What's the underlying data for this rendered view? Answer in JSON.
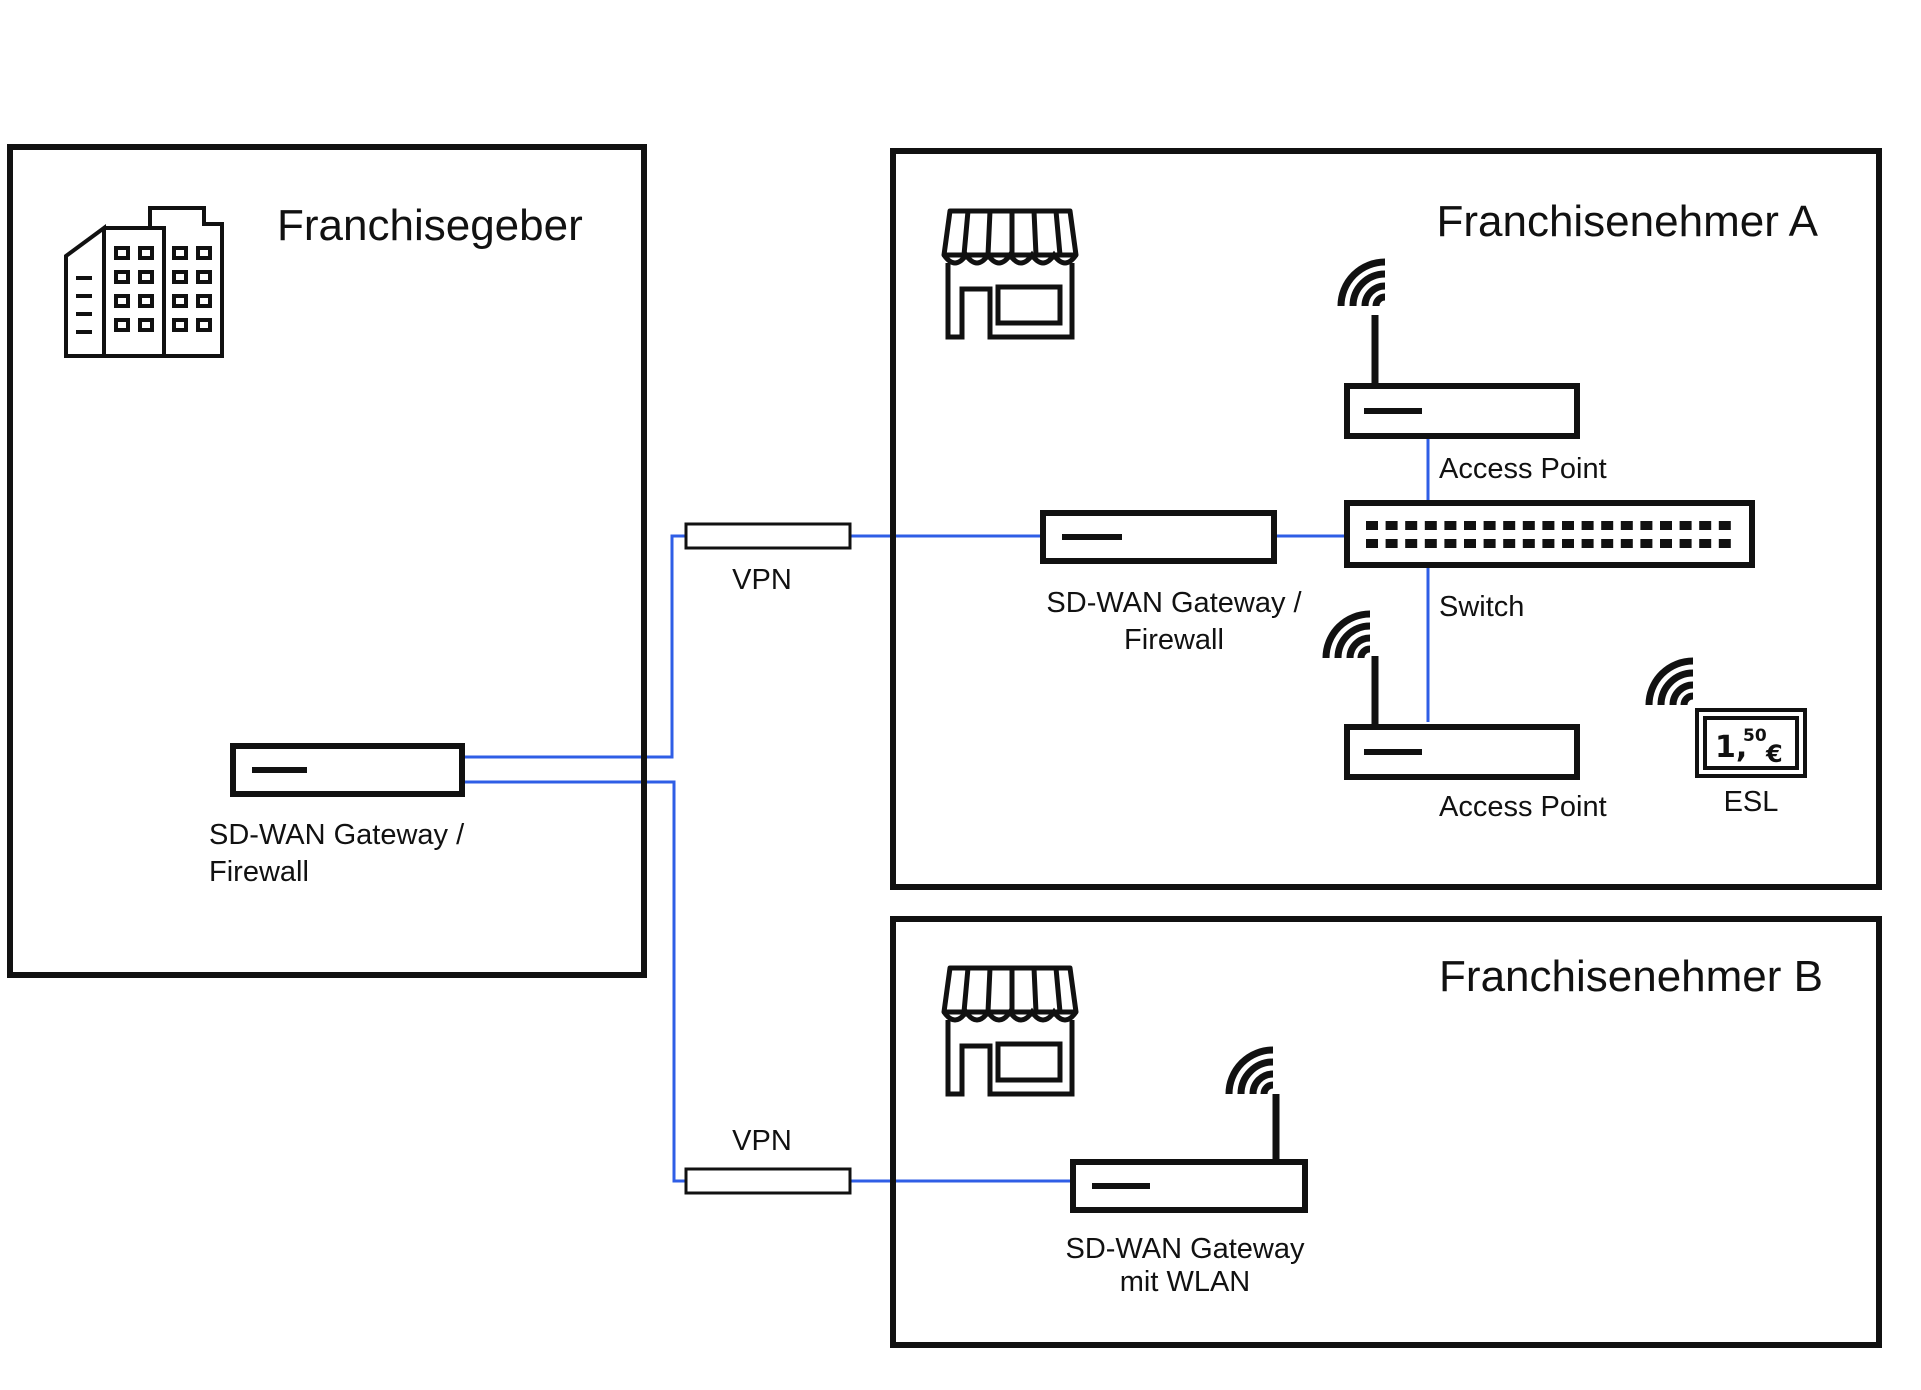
{
  "colors": {
    "line": "#2f5ee6",
    "ink": "#111111",
    "background": "#ffffff"
  },
  "franchisor": {
    "title": "Franchisegeber",
    "icon": "office-building-icon",
    "gateway": {
      "label_line1": "SD-WAN Gateway /",
      "label_line2": "Firewall"
    }
  },
  "franchisee_a": {
    "title": "Franchisenehmer A",
    "icon": "storefront-icon",
    "gateway": {
      "label_line1": "SD-WAN Gateway /",
      "label_line2": "Firewall"
    },
    "access_point_top": {
      "label": "Access Point"
    },
    "switch": {
      "label": "Switch"
    },
    "access_point_bottom": {
      "label": "Access Point"
    },
    "esl": {
      "label": "ESL",
      "price_main": "1,",
      "price_cents": "50",
      "currency": "€"
    }
  },
  "franchisee_b": {
    "title": "Franchisenehmer B",
    "icon": "storefront-icon",
    "gateway": {
      "label_line1": "SD-WAN Gateway",
      "label_line2": "mit WLAN"
    }
  },
  "vpn_top": {
    "label": "VPN"
  },
  "vpn_bottom": {
    "label": "VPN"
  }
}
